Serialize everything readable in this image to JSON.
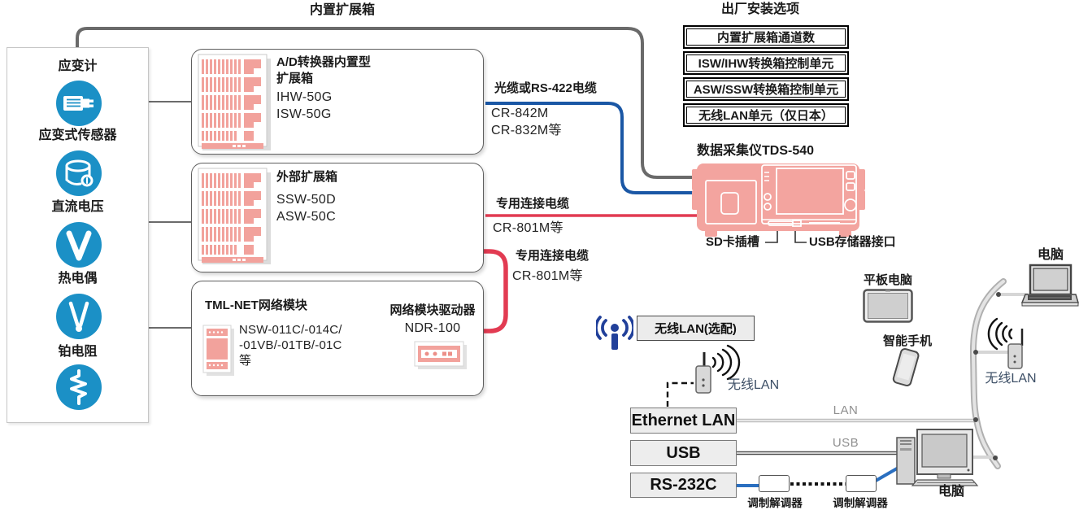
{
  "colors": {
    "rack_pink": "#f2a29c",
    "logger_pink": "#f3a49f",
    "sensor_blue": "#1b90c6",
    "cable_blue": "#1a57a5",
    "cable_red": "#e23b52",
    "cable_gray": "#6a6a6a",
    "wifi_navy": "#21409a"
  },
  "icons": {
    "strain_gauge": "strain-gauge-icon",
    "load_cell": "load-cell-icon",
    "dc_voltage": "dc-voltage-icon",
    "thermocouple": "thermocouple-icon",
    "platinum_rtd": "platinum-rtd-icon",
    "wifi": "wifi-icon",
    "router": "wireless-router-icon",
    "access_point": "wireless-ap-icon",
    "rack": "expansion-rack-icon",
    "module": "network-module-icon",
    "driver_module": "module-driver-icon",
    "logger": "data-logger-icon",
    "tablet": "tablet-icon",
    "phone": "smartphone-icon",
    "laptop": "laptop-icon",
    "desktop": "desktop-computer-icon"
  },
  "titles": {
    "builtin_expansion": "内置扩展箱",
    "factory_options": "出厂安装选项",
    "logger": "数据采集仪TDS-540"
  },
  "factory_options": {
    "opt1": "内置扩展箱通道数",
    "opt2": "ISW/IHW转换箱控制单元",
    "opt3": "ASW/SSW转换箱控制单元",
    "opt4": "无线LAN单元（仅日本）"
  },
  "sensors": {
    "s1": "应变计",
    "s2": "应变式传感器",
    "s3": "直流电压",
    "s4": "热电偶",
    "s5": "铂电阻"
  },
  "boxes": {
    "adc": {
      "title1": "A/D转换器内置型",
      "title2": "扩展箱",
      "model1": "IHW-50G",
      "model2": "ISW-50G"
    },
    "external": {
      "title": "外部扩展箱",
      "model1": "SSW-50D",
      "model2": "ASW-50C"
    },
    "tmlnet": {
      "title": "TML-NET网络模块",
      "model1": "NSW-011C/-014C/",
      "model2": "-01VB/-01TB/-01C",
      "model3": "等",
      "driver_title": "网络模块驱动器",
      "driver_model": "NDR-100"
    }
  },
  "cables": {
    "optical_label": "光缆或RS-422电缆",
    "optical_model1": "CR-842M",
    "optical_model2": "CR-832M等",
    "dedicated1_label": "专用连接电缆",
    "dedicated1_model": "CR-801M等",
    "dedicated2_label": "专用连接电缆",
    "dedicated2_model": "CR-801M等"
  },
  "logger": {
    "sd": "SD卡插槽",
    "usb": "USB存储器接口"
  },
  "wireless": {
    "option": "无线LAN(选配)",
    "router": "无线LAN",
    "ap": "无线LAN"
  },
  "devices": {
    "tablet": "平板电脑",
    "phone": "智能手机",
    "laptop": "电脑",
    "desktop": "电脑"
  },
  "interfaces": {
    "ethernet": "Ethernet LAN",
    "usb_box": "USB",
    "rs232c": "RS-232C",
    "lan_line": "LAN",
    "usb_line": "USB",
    "modem1": "调制解调器",
    "modem2": "调制解调器"
  }
}
